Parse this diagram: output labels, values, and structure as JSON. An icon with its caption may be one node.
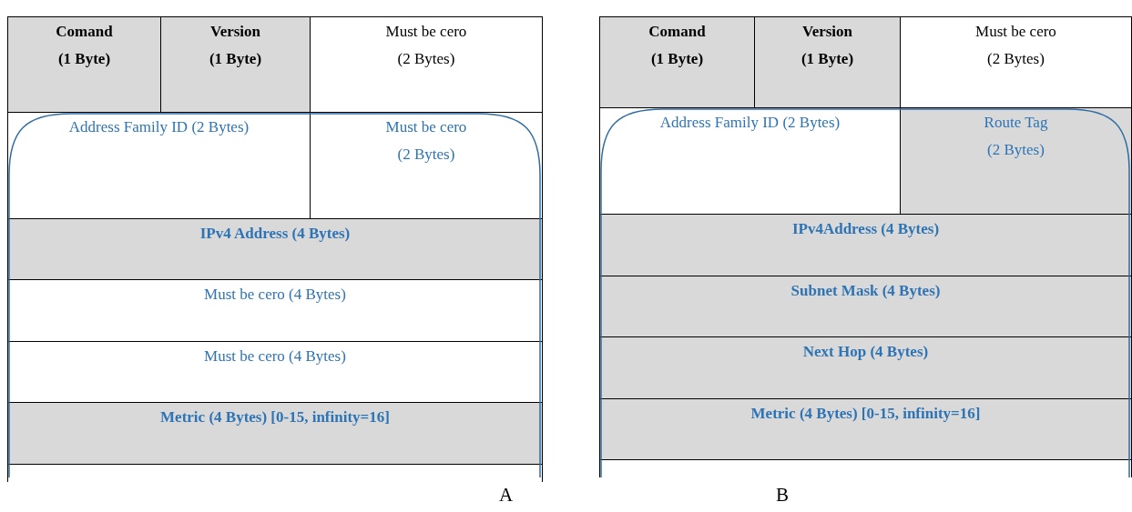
{
  "diagram": {
    "nodes": [
      {
        "text": [
          "Comand",
          "(1 Byte)"
        ]
      },
      {
        "text": [
          "Version",
          "(1 Byte)"
        ]
      },
      {
        "text": [
          "Must be cero",
          "(2 Bytes)"
        ]
      },
      {
        "text": [
          "Address Family ID (2 Bytes)"
        ]
      },
      {
        "text": [
          "Must be cero",
          "(2 Bytes)"
        ]
      },
      {
        "text": [
          "IPv4 Address (4 Bytes)"
        ]
      },
      {
        "text": [
          "Must be cero (4 Bytes)"
        ]
      },
      {
        "text": [
          "Must be cero (4 Bytes)"
        ]
      },
      {
        "text": [
          "Metric (4 Bytes) [0-15, infinity=16]"
        ]
      },
      {
        "text": [
          "Comand",
          "(1 Byte)"
        ]
      },
      {
        "text": [
          "Version",
          "(1 Byte)"
        ]
      },
      {
        "text": [
          "Must be cero",
          "(2 Bytes)"
        ]
      },
      {
        "text": [
          "Address Family ID (2 Bytes)"
        ]
      },
      {
        "text": [
          "Route Tag",
          "(2 Bytes)"
        ]
      },
      {
        "text": [
          "IPv4Address (4 Bytes)"
        ]
      },
      {
        "text": [
          "Subnet Mask (4 Bytes)"
        ]
      },
      {
        "text": [
          "Next Hop (4 Bytes)"
        ]
      },
      {
        "text": [
          "Metric (4 Bytes) [0-15, infinity=16]"
        ]
      }
    ],
    "labels": [
      "A",
      "B"
    ]
  }
}
